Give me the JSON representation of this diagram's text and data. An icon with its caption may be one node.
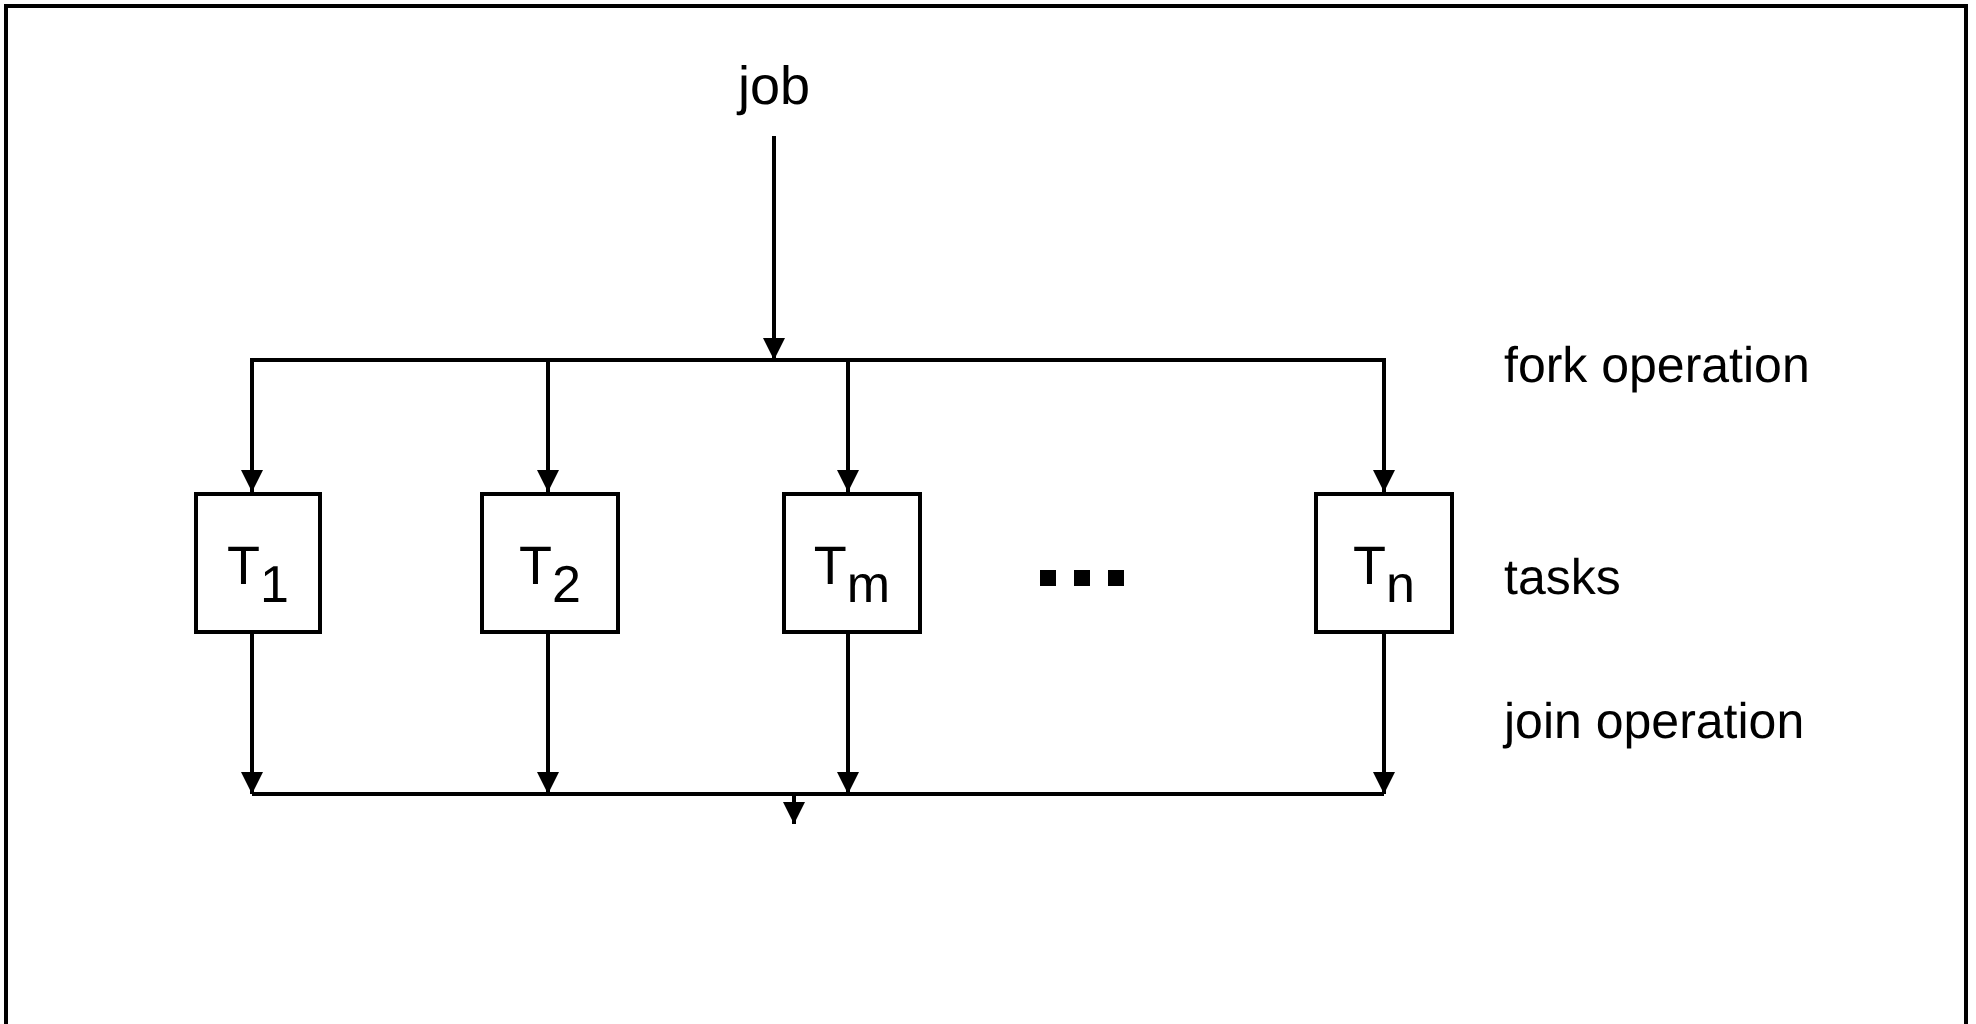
{
  "diagram": {
    "nodes": [
      {
        "text": [
          "job"
        ]
      },
      {
        "text": [
          "T$_{1}$"
        ]
      },
      {
        "text": [
          "T$_{2}$"
        ]
      },
      {
        "text": [
          "T$_{m}$"
        ]
      },
      {
        "text": [
          "T$_{n}$"
        ]
      }
    ],
    "edges": [
      {
        "from": 0,
        "to": 1,
        "arrow": "to"
      },
      {
        "from": 0,
        "to": 2,
        "arrow": "to"
      },
      {
        "from": 0,
        "to": 3,
        "arrow": "to"
      },
      {
        "from": 0,
        "to": 4,
        "arrow": "to"
      },
      {
        "from": 1,
        "to": null,
        "arrow": "to"
      },
      {
        "from": 2,
        "to": null,
        "arrow": "to"
      },
      {
        "from": 3,
        "to": null,
        "arrow": "to"
      },
      {
        "from": 4,
        "to": null,
        "arrow": "to"
      }
    ],
    "labels": [
      "fork operation",
      "tasks",
      "join operation"
    ]
  }
}
